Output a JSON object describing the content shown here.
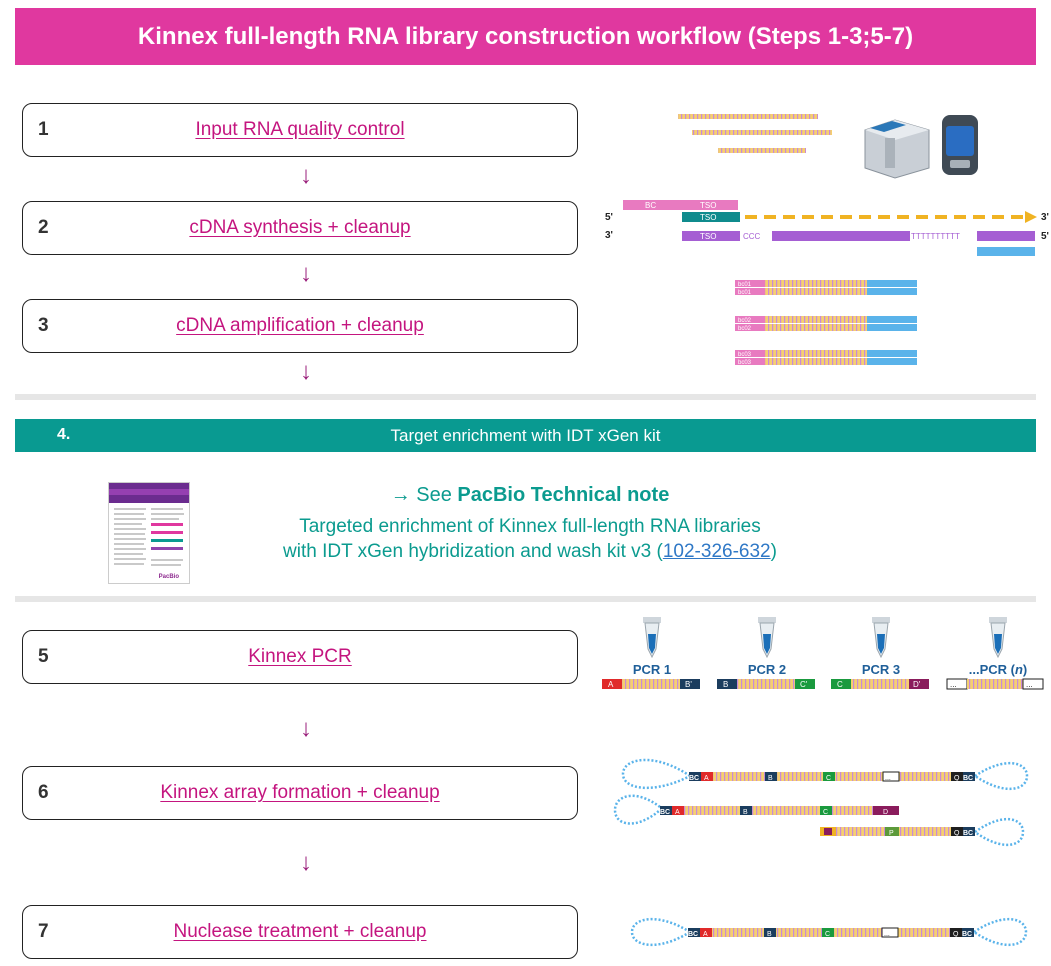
{
  "title": "Kinnex full-length RNA library construction workflow (Steps 1-3;5-7)",
  "steps": [
    {
      "num": "1",
      "label": "Input RNA quality control"
    },
    {
      "num": "2",
      "label": "cDNA synthesis + cleanup"
    },
    {
      "num": "3",
      "label": "cDNA amplification + cleanup"
    },
    {
      "num": "5",
      "label": "Kinnex PCR"
    },
    {
      "num": "6",
      "label": "Kinnex array formation + cleanup"
    },
    {
      "num": "7",
      "label": "Nuclease treatment + cleanup"
    }
  ],
  "arrow_glyph": "↓",
  "step4": {
    "num": "4.",
    "title": "Target enrichment with IDT xGen kit"
  },
  "note": {
    "arrow": "→ See",
    "source": "PacBio Technical note",
    "line1": "Targeted enrichment of Kinnex full-length RNA libraries",
    "line2_prefix": "with IDT xGen hybridization and wash kit v3 (",
    "link": "102-326-632",
    "line2_suffix": ")",
    "thumb_brand": "PacBio"
  },
  "synthesis": {
    "bc": "BC",
    "tso": "TSO",
    "ccc": "CCC",
    "polyt": "TTTTTTTTTT",
    "five": "5'",
    "three": "3'"
  },
  "amplification": {
    "barcodes": [
      "bc01",
      "bc01",
      "bc02",
      "bc02",
      "bc03",
      "bc03"
    ]
  },
  "pcr": {
    "tubes": [
      "PCR 1",
      "PCR 2",
      "PCR 3"
    ],
    "last_prefix": "...PCR (",
    "last_n": "n",
    "last_suffix": ")",
    "adapters": [
      "A",
      "B'",
      "B",
      "C'",
      "C",
      "D'",
      "...",
      "..."
    ]
  },
  "array": {
    "bc": "BC",
    "row1": [
      "A",
      "B",
      "C",
      "...",
      "Q"
    ],
    "row2": [
      "A",
      "B",
      "C",
      "D"
    ],
    "row3": [
      "P",
      "Q"
    ]
  },
  "colors": {
    "banner": "#e0389f",
    "link": "#c4157f",
    "teal": "#099a91",
    "teal_text": "#0b9b8f",
    "arrow": "#9a1f7b",
    "pink": "#e87ac0",
    "purple": "#a55ed3",
    "yellow": "#f0b323",
    "lightblue": "#5ab3ea",
    "red": "#e02a2a",
    "navy": "#1b3d5e",
    "green": "#1a9a3e",
    "black": "#1f1f1f"
  }
}
